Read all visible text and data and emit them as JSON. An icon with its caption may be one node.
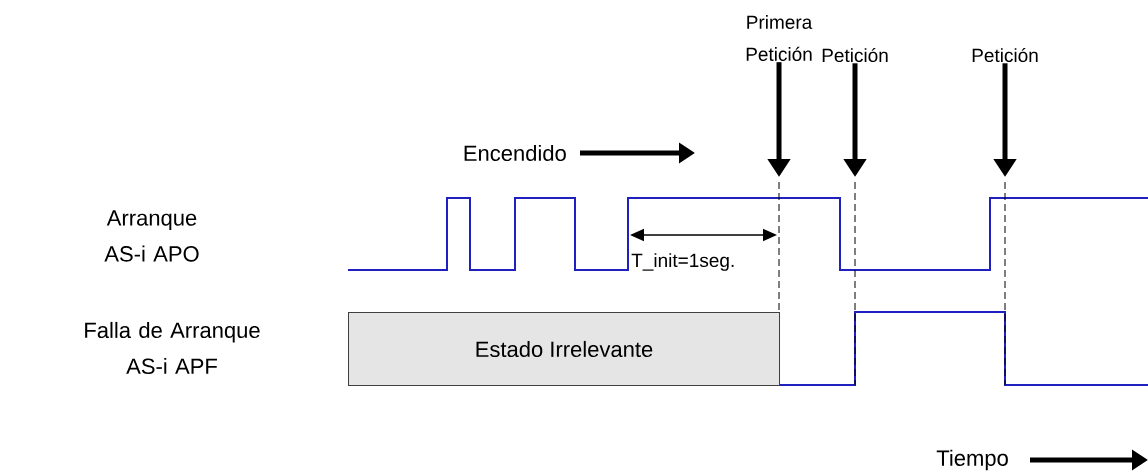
{
  "diagram": {
    "nodes": [
      {
        "text": [
          "Primera Petición"
        ]
      },
      {
        "text": [
          "Petición"
        ]
      },
      {
        "text": [
          "Petición"
        ]
      },
      {
        "text": [
          "Estado Irrelevante"
        ]
      }
    ],
    "edges": [
      {
        "from": 0,
        "to": null,
        "arrow": "to"
      },
      {
        "from": 1,
        "to": null,
        "arrow": "to"
      },
      {
        "from": 2,
        "to": null,
        "arrow": "to"
      }
    ],
    "labels": [
      "Encendido",
      "Arranque AS-i APO",
      "T_init=1seg.",
      "Falla de Arranque AS-i APF",
      "Tiempo"
    ]
  }
}
